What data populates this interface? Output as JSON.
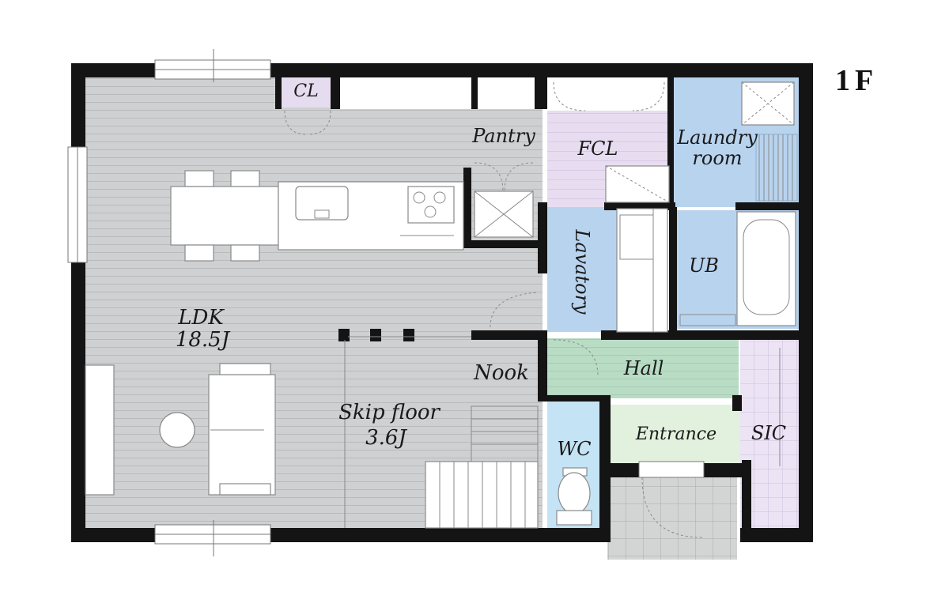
{
  "floor": {
    "label": "1F"
  },
  "rooms": {
    "ldk": {
      "name": "LDK",
      "size": "18.5J"
    },
    "skip_floor": {
      "name": "Skip floor",
      "size": "3.6J"
    },
    "cl": {
      "name": "CL"
    },
    "pantry": {
      "name": "Pantry"
    },
    "fcl": {
      "name": "FCL"
    },
    "laundry": {
      "line1": "Laundry",
      "line2": "room"
    },
    "lavatory": {
      "name": "Lavatory"
    },
    "ub": {
      "name": "UB"
    },
    "nook": {
      "name": "Nook"
    },
    "hall": {
      "name": "Hall"
    },
    "wc": {
      "name": "WC"
    },
    "entrance": {
      "name": "Entrance"
    },
    "sic": {
      "name": "SIC"
    }
  },
  "colors": {
    "ldk": "#cfd0d1",
    "wall": "#141414",
    "cl": "#e6dcef",
    "fcl": "#e8ddf0",
    "laundry": "#b8d3ee",
    "lavatory": "#b8d3ee",
    "ub": "#b8d3ee",
    "hall": "#b9dcc5",
    "wc": "#c4e3f5",
    "entrance": "#e2f1dd",
    "sic": "#ece3f4",
    "porch": "#d3d4d4"
  }
}
